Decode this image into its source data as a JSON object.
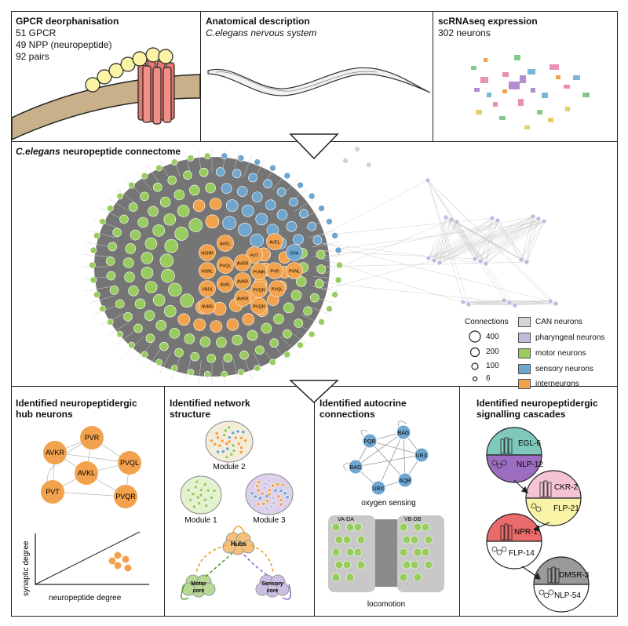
{
  "top": {
    "gpcr": {
      "title": "GPCR deorphanisation",
      "line1": "51 GPCR",
      "line2": "49 NPP (neuropeptide)",
      "line3": "92 pairs"
    },
    "anatomy": {
      "title": "Anatomical description",
      "subtitle": "C.elegans nervous system"
    },
    "scrna": {
      "title": "scRNAseq expression",
      "subtitle": "302 neurons"
    }
  },
  "middle": {
    "title_italic": "C.elegans",
    "title_rest": " neuropeptide connectome",
    "hub_labels": [
      "HSNR",
      "AVEL",
      "AVEL",
      "PVT",
      "DVA",
      "HSNL",
      "PVQL",
      "AVER",
      "PVNR",
      "PVR",
      "VB01",
      "AVAL",
      "AVAR",
      "PVQR",
      "AVBR",
      "AVKR",
      "PVQR",
      "PVQL",
      "PVNL"
    ],
    "connections_title": "Connections",
    "connections": [
      "400",
      "200",
      "100",
      "6"
    ],
    "legend": [
      {
        "label": "CAN neurons",
        "color": "#d4d4d4"
      },
      {
        "label": "pharyngeal neurons",
        "color": "#c5b8dd"
      },
      {
        "label": "motor neurons",
        "color": "#98cc5e"
      },
      {
        "label": "sensory neurons",
        "color": "#6fa6d0"
      },
      {
        "label": "interneurons",
        "color": "#f2a24c"
      }
    ]
  },
  "bottom": {
    "hub": {
      "title1": "Identified neuropeptidergic",
      "title2": "hub neurons",
      "nodes": [
        "PVR",
        "AVKR",
        "PVQL",
        "AVKL",
        "PVT",
        "PVQR"
      ],
      "ylabel": "synaptic degree",
      "xlabel": "neuropeptide degree"
    },
    "network": {
      "title1": "Identified network",
      "title2": "structure",
      "module2": "Module 2",
      "module1": "Module 1",
      "module3": "Module 3",
      "hubs": "Hubs",
      "motor1": "Motor",
      "motor2": "core",
      "sensory1": "Sensory",
      "sensory2": "core"
    },
    "autocrine": {
      "title1": "Identified autocrine",
      "title2": "connections",
      "nodes": [
        "PQR",
        "BAG",
        "BAG",
        "URX",
        "URX",
        "AQR"
      ],
      "oxygen": "oxygen sensing",
      "vada": "VA-DA",
      "vbdb": "VB-DB",
      "locomotion": "locomotion"
    },
    "cascade": {
      "title1": "Identified  neuropeptidergic",
      "title2": "signalling cascades",
      "items": [
        "EGL-6",
        "NLP-12",
        "CKR-2",
        "FLP-21",
        "NPR-1",
        "FLP-14",
        "DMSR-3",
        "NLP-54"
      ]
    }
  }
}
